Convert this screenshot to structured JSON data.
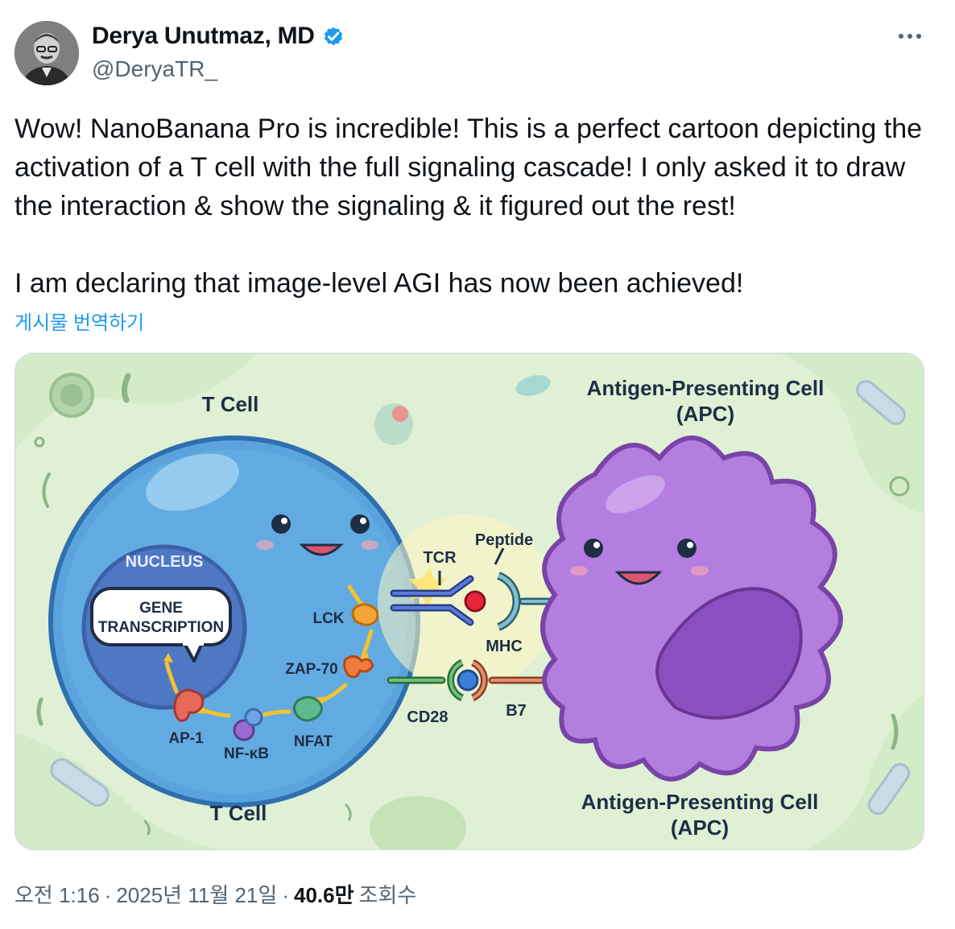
{
  "author": {
    "name": "Derya Unutmaz, MD",
    "handle": "@DeryaTR_",
    "verified": true,
    "verified_color": "#1d9bf0"
  },
  "post": {
    "text": "Wow! NanoBanana Pro is incredible! This is a perfect cartoon depicting the activation of a T cell with the full signaling cascade! I only asked it to draw the interaction & show the signaling & it figured out the rest!\n\nI am declaring that image-level AGI has now been achieved!",
    "translate_label": "게시물 번역하기"
  },
  "image": {
    "labels": {
      "t_cell_top": "T Cell",
      "t_cell_bottom": "T Cell",
      "apc_top_1": "Antigen-Presenting Cell",
      "apc_top_2": "(APC)",
      "apc_bottom_1": "Antigen-Presenting Cell",
      "apc_bottom_2": "(APC)",
      "nucleus": "NUCLEUS",
      "gene_1": "GENE",
      "gene_2": "TRANSCRIPTION",
      "tcr": "TCR",
      "peptide": "Peptide",
      "mhc": "MHC",
      "cd28": "CD28",
      "b7": "B7",
      "lck": "LCK",
      "zap70": "ZAP-70",
      "nfat": "NFAT",
      "nfkb": "NF-κB",
      "ap1": "AP-1"
    },
    "colors": {
      "background": "#dff0d4",
      "t_cell": "#5aa3dc",
      "nucleus": "#4f78c4",
      "apc": "#b47ee0"
    }
  },
  "meta": {
    "time": "오전 1:16",
    "date": "2025년 11월 21일",
    "separator": "·",
    "views": "40.6만",
    "views_label": "조회수"
  }
}
